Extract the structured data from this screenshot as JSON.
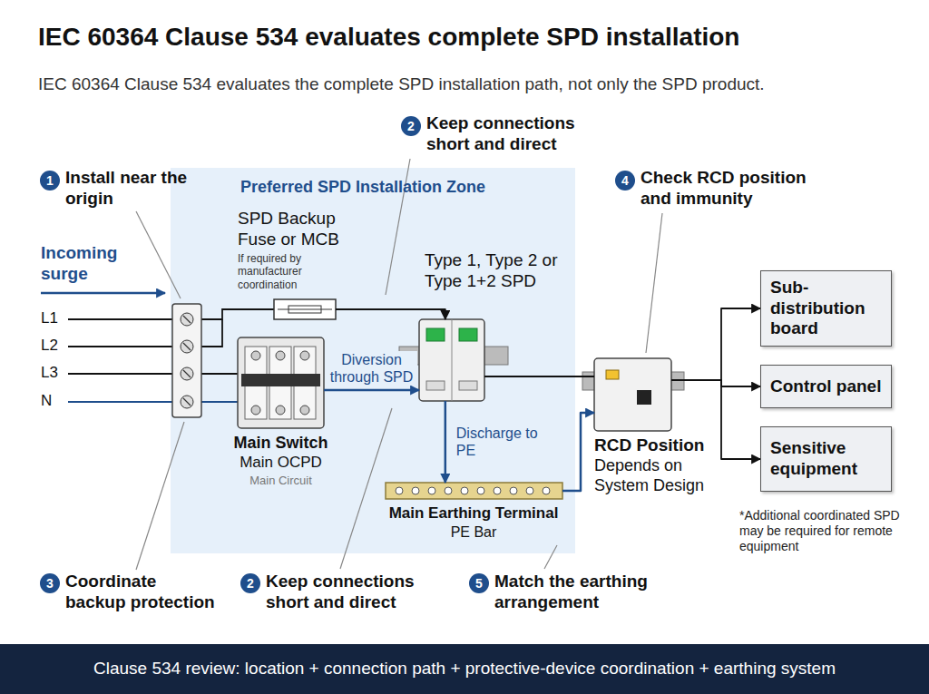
{
  "diagram": {
    "title": "IEC 60364 Clause 534 evaluates complete SPD installation",
    "caption": "Clause 534 review: location + connection path + protective-device coordination + earthing system",
    "nodes": [
      {
        "text": [
          "Preferred SPD Installation Zone"
        ]
      },
      {
        "text": [
          "SPD Backup Fuse or MCB",
          "If required by manufacturer coordination"
        ],
        "in": 0
      },
      {
        "text": [
          "Main Switch",
          "Main OCPD",
          "Main Circuit"
        ],
        "in": 0
      },
      {
        "text": [
          "Type 1, Type 2 or Type 1+2 SPD"
        ],
        "in": 0
      },
      {
        "text": [
          "Main Earthing Terminal",
          "PE Bar"
        ],
        "in": 0
      },
      {
        "text": [
          "RCD Position",
          "Depends on System Design"
        ]
      },
      {
        "text": [
          "Sub-distribution board"
        ]
      },
      {
        "text": [
          "Control panel"
        ]
      },
      {
        "text": [
          "Sensitive equipment"
        ]
      }
    ],
    "edges": [
      {
        "from": 1,
        "to": 3,
        "arrow": "to"
      },
      {
        "from": 2,
        "to": 3,
        "label": "Diversion through SPD",
        "arrow": "to"
      },
      {
        "from": 3,
        "to": 4,
        "label": "Discharge to PE",
        "arrow": "to"
      },
      {
        "from": 3,
        "to": 5,
        "arrow": "none"
      },
      {
        "from": 4,
        "to": 5,
        "arrow": "to"
      },
      {
        "from": 5,
        "to": 6,
        "arrow": "to"
      },
      {
        "from": 5,
        "to": 7,
        "arrow": "to"
      },
      {
        "from": 5,
        "to": 8,
        "arrow": "to"
      }
    ],
    "labels": [
      "IEC 60364 Clause 534 evaluates the complete SPD installation path, not only the SPD product.",
      "Incoming surge",
      "L1",
      "L2",
      "L3",
      "N",
      "1",
      "Install near the origin",
      "2",
      "Keep connections short and direct",
      "4",
      "Check RCD position and immunity",
      "3",
      "Coordinate backup protection",
      "2",
      "Keep connections short and direct",
      "5",
      "Match the earthing arrangement",
      "*Additional coordinated SPD may be required for remote equipment"
    ]
  }
}
